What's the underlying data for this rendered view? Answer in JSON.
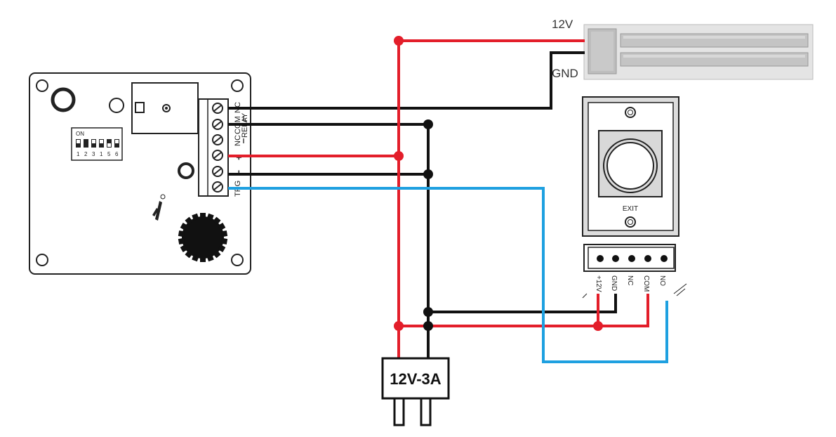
{
  "board": {
    "dip_on_label": "ON",
    "dip_numbers": [
      "1",
      "2",
      "3",
      "1",
      "5",
      "6"
    ],
    "terminal_labels": [
      "NC",
      "COM",
      "NC",
      "RELAY",
      "+",
      "−",
      "TRG"
    ]
  },
  "maglock": {
    "label_12v": "12V",
    "label_gnd": "GND"
  },
  "exit_button": {
    "label": "EXIT",
    "pin_labels": [
      "+12V",
      "GND",
      "NC",
      "COM",
      "NO"
    ]
  },
  "power_supply": {
    "label": "12V-3A"
  },
  "colors": {
    "red_wire": "#e31e2a",
    "black_wire": "#111111",
    "blue_wire": "#1ea0e0",
    "panel_gray": "#d7d7d7",
    "board_outline": "#222222"
  }
}
